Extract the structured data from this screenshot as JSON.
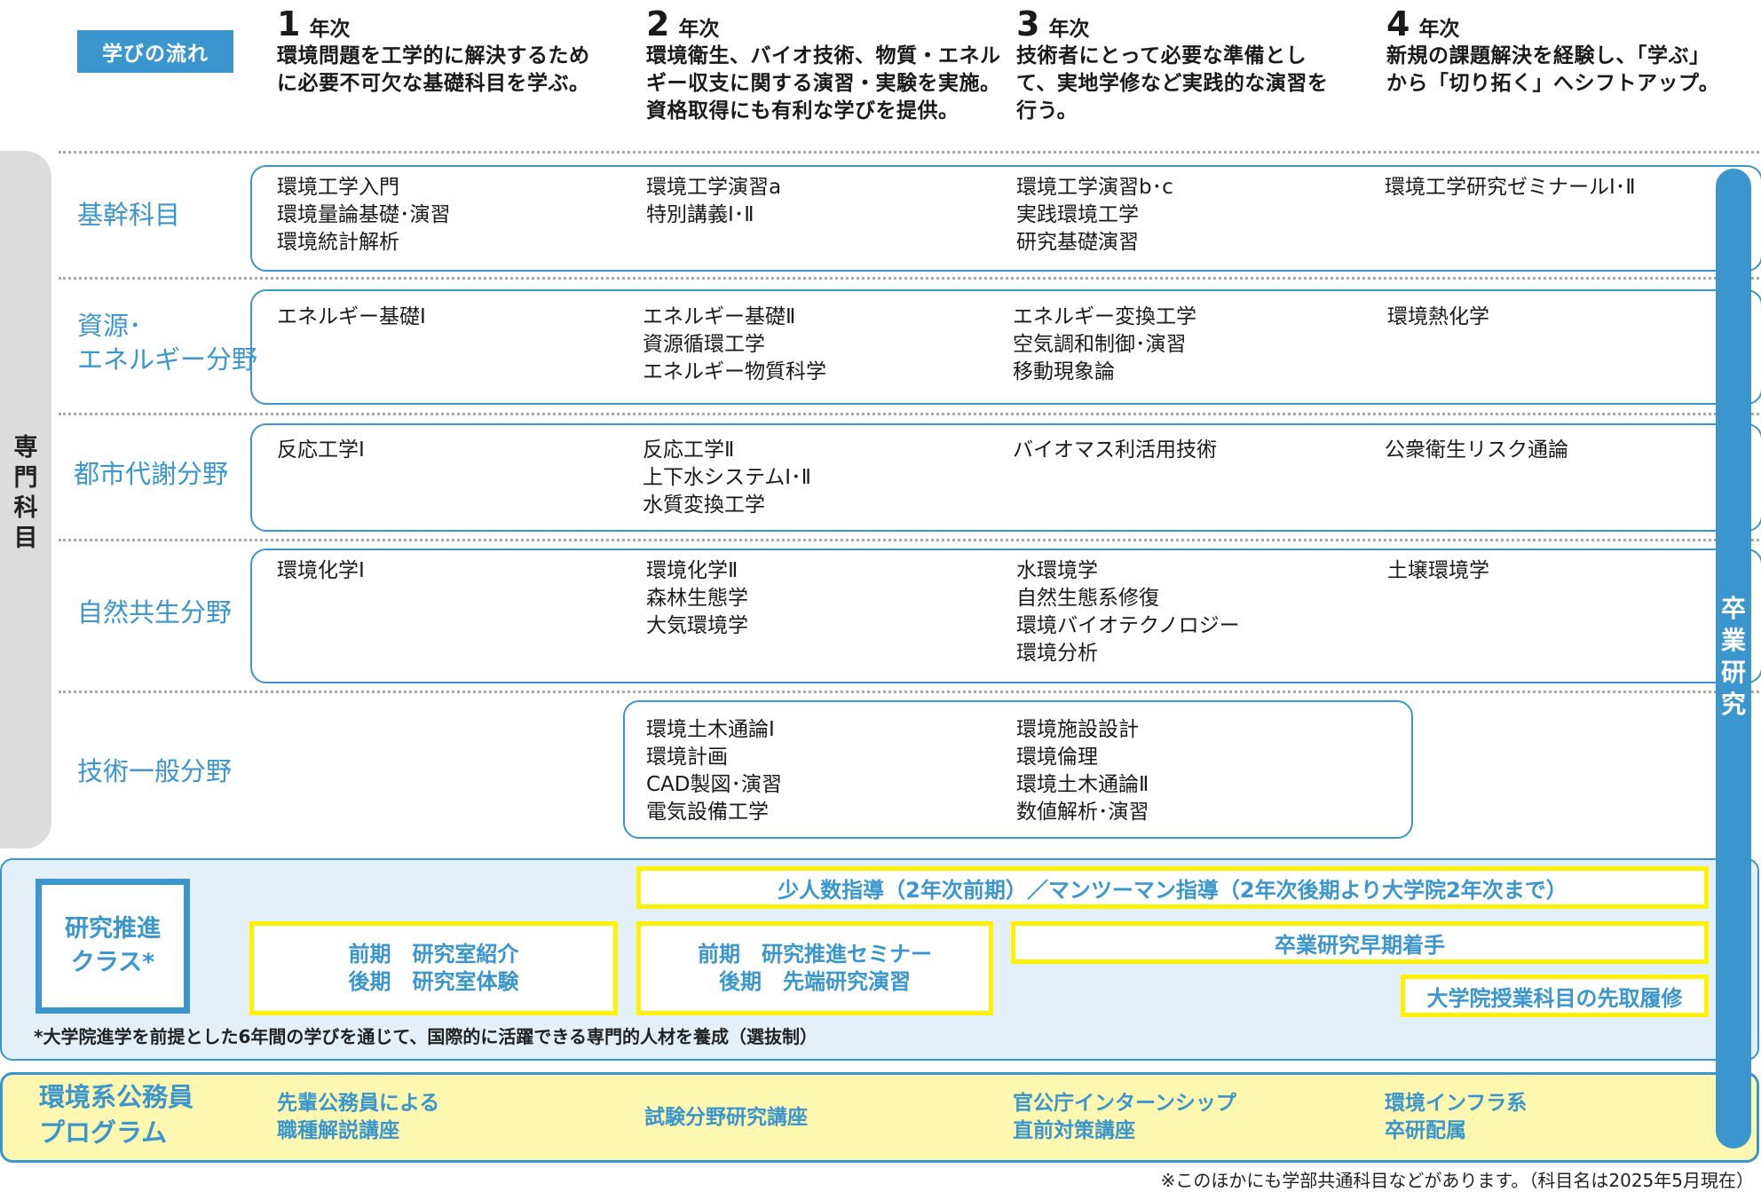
{
  "header": {
    "flow_label": "学びの流れ",
    "years": [
      {
        "num": "1",
        "label": "年次",
        "desc": [
          "環境問題を工学的に解決するため",
          "に必要不可欠な基礎科目を学ぶ。"
        ]
      },
      {
        "num": "2",
        "label": "年次",
        "desc": [
          "環境衛生、バイオ技術、物質・エネル",
          "ギー収支に関する演習・実験を実施。",
          "資格取得にも有利な学びを提供。"
        ]
      },
      {
        "num": "3",
        "label": "年次",
        "desc": [
          "技術者にとって必要な準備とし",
          "て、実地学修など実践的な演習を",
          "行う。"
        ]
      },
      {
        "num": "4",
        "label": "年次",
        "desc": [
          "新規の課題解決を経験し、「学ぶ」",
          "から「切り拓く」へシフトアップ。"
        ]
      }
    ]
  },
  "side_labels": {
    "senmon": [
      "専",
      "門",
      "科",
      "目"
    ],
    "sotsugyo": [
      "卒",
      "業",
      "研",
      "究"
    ]
  },
  "categories": [
    {
      "label": [
        "基幹科目"
      ],
      "cols": [
        [
          "環境工学入門",
          "環境量論基礎･演習",
          "環境統計解析"
        ],
        [
          "環境工学演習a",
          "特別講義Ⅰ･Ⅱ"
        ],
        [
          "環境工学演習b･c",
          "実践環境工学",
          "研究基礎演習"
        ],
        [
          "環境工学研究ゼミナールⅠ･Ⅱ"
        ]
      ]
    },
    {
      "label": [
        "資源･",
        "エネルギー分野"
      ],
      "cols": [
        [
          "エネルギー基礎Ⅰ"
        ],
        [
          "エネルギー基礎Ⅱ",
          "資源循環工学",
          "エネルギー物質科学"
        ],
        [
          "エネルギー変換工学",
          "空気調和制御･演習",
          "移動現象論"
        ],
        [
          "環境熱化学"
        ]
      ]
    },
    {
      "label": [
        "都市代謝分野"
      ],
      "cols": [
        [
          "反応工学Ⅰ"
        ],
        [
          "反応工学Ⅱ",
          "上下水システムⅠ･Ⅱ",
          "水質変換工学"
        ],
        [
          "バイオマス利活用技術"
        ],
        [
          "公衆衛生リスク通論"
        ]
      ]
    },
    {
      "label": [
        "自然共生分野"
      ],
      "cols": [
        [
          "環境化学Ⅰ"
        ],
        [
          "環境化学Ⅱ",
          "森林生態学",
          "大気環境学"
        ],
        [
          "水環境学",
          "自然生態系修復",
          "環境バイオテクノロジー",
          "環境分析"
        ],
        [
          "土壌環境学"
        ]
      ]
    },
    {
      "label": [
        "技術一般分野"
      ],
      "cols": [
        [],
        [
          "環境土木通論Ⅰ",
          "環境計画",
          "CAD製図･演習",
          "電気設備工学"
        ],
        [
          "環境施設設計",
          "環境倫理",
          "環境土木通論Ⅱ",
          "数値解析･演習"
        ],
        []
      ]
    }
  ],
  "research": {
    "title": [
      "研究推進",
      "クラス*"
    ],
    "guidance": "少人数指導（2年次前期）／マンツーマン指導（2年次後期より大学院2年次まで）",
    "year1": [
      "前期　研究室紹介",
      "後期　研究室体験"
    ],
    "year2": [
      "前期　研究推進セミナー",
      "後期　先端研究演習"
    ],
    "early_start": "卒業研究早期着手",
    "grad_courses": "大学院授業科目の先取履修",
    "note": "*大学院進学を前提とした6年間の学びを通じて、国際的に活躍できる専門的人材を養成（選抜制）"
  },
  "civil": {
    "title": [
      "環境系公務員",
      "プログラム"
    ],
    "items": [
      [
        "先輩公務員による",
        "職種解説講座"
      ],
      [
        "試験分野研究講座"
      ],
      [
        "官公庁インターンシップ",
        "直前対策講座"
      ],
      [
        "環境インフラ系",
        "卒研配属"
      ]
    ]
  },
  "bottom_note": "※このほかにも学部共通科目などがあります。（科目名は2025年5月現在）"
}
